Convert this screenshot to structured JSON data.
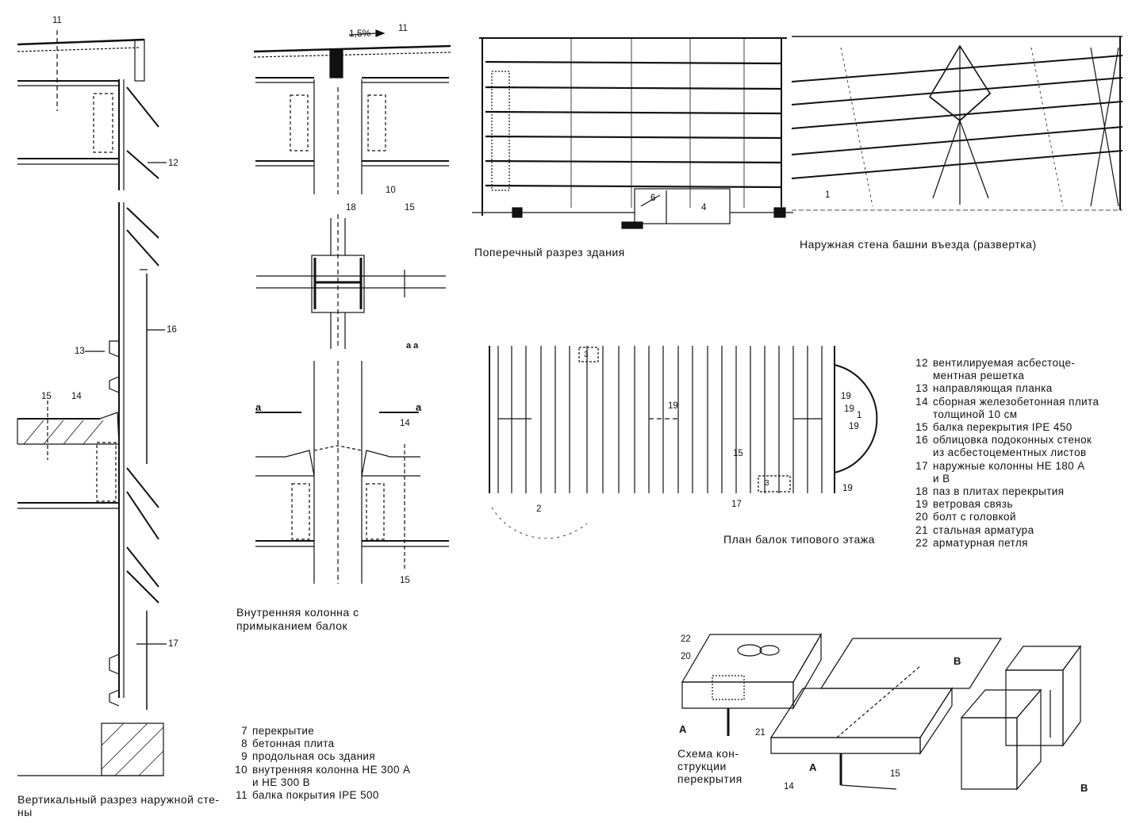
{
  "captions": {
    "wall_section": "Вертикальный разрез наружной сте-\nны",
    "inner_column": "Внутренняя колонна с\nпримыканием балок",
    "cross_section": "Поперечный разрез здания",
    "tower_wall": "Наружная стена башни въезда (развертка)",
    "beam_plan": "План балок типового этажа",
    "slab_scheme": "Схема кон-\nструкции\nперекрытия"
  },
  "legend_left": [
    {
      "num": "7",
      "text": "перекрытие"
    },
    {
      "num": "8",
      "text": "бетонная плита"
    },
    {
      "num": "9",
      "text": "продольная ось здания"
    },
    {
      "num": "10",
      "text": "внутренняя колонна НЕ 300 А\nи НЕ 300 В"
    },
    {
      "num": "11",
      "text": "балка покрытия IPE 500"
    }
  ],
  "legend_right": [
    {
      "num": "12",
      "text": "вентилируемая асбестоце-\nментная решетка"
    },
    {
      "num": "13",
      "text": "направляющая планка"
    },
    {
      "num": "14",
      "text": "сборная железобетонная плита\nтолщиной 10 см"
    },
    {
      "num": "15",
      "text": "балка перекрытия IPE 450"
    },
    {
      "num": "16",
      "text": "облицовка подоконных стенок\nиз асбестоцементных листов"
    },
    {
      "num": "17",
      "text": "наружные колонны НЕ 180 А\nи В"
    },
    {
      "num": "18",
      "text": "паз в плитах перекрытия"
    },
    {
      "num": "19",
      "text": "ветровая связь"
    },
    {
      "num": "20",
      "text": "болт с головкой"
    },
    {
      "num": "21",
      "text": "стальная арматура"
    },
    {
      "num": "22",
      "text": "арматурная петля"
    }
  ],
  "callouts": {
    "wall": {
      "c11": "11",
      "c12": "12",
      "c16": "16",
      "c13": "13",
      "c15": "15",
      "c14": "14",
      "c17": "17"
    },
    "column": {
      "slope": "1,5%",
      "c11": "11",
      "c10": "10",
      "c18": "18",
      "c15a": "15",
      "aa": "a a",
      "a_left": "a",
      "a_right": "a",
      "c14": "14",
      "c15b": "15"
    },
    "section": {
      "c6": "6",
      "c4": "4"
    },
    "tower": {
      "c1": "1"
    },
    "plan": {
      "c3a": "3",
      "c19a": "19",
      "c15": "15",
      "c3b": "3",
      "c2": "2",
      "c17": "17",
      "c19b": "19",
      "c19c": "19",
      "c1": "1",
      "c19d": "19",
      "c19e": "19"
    },
    "slab": {
      "c22": "22",
      "c20": "20",
      "A1": "A",
      "c21": "21",
      "A2": "A",
      "c14": "14",
      "c15": "15",
      "B1": "B",
      "B2": "B"
    }
  }
}
